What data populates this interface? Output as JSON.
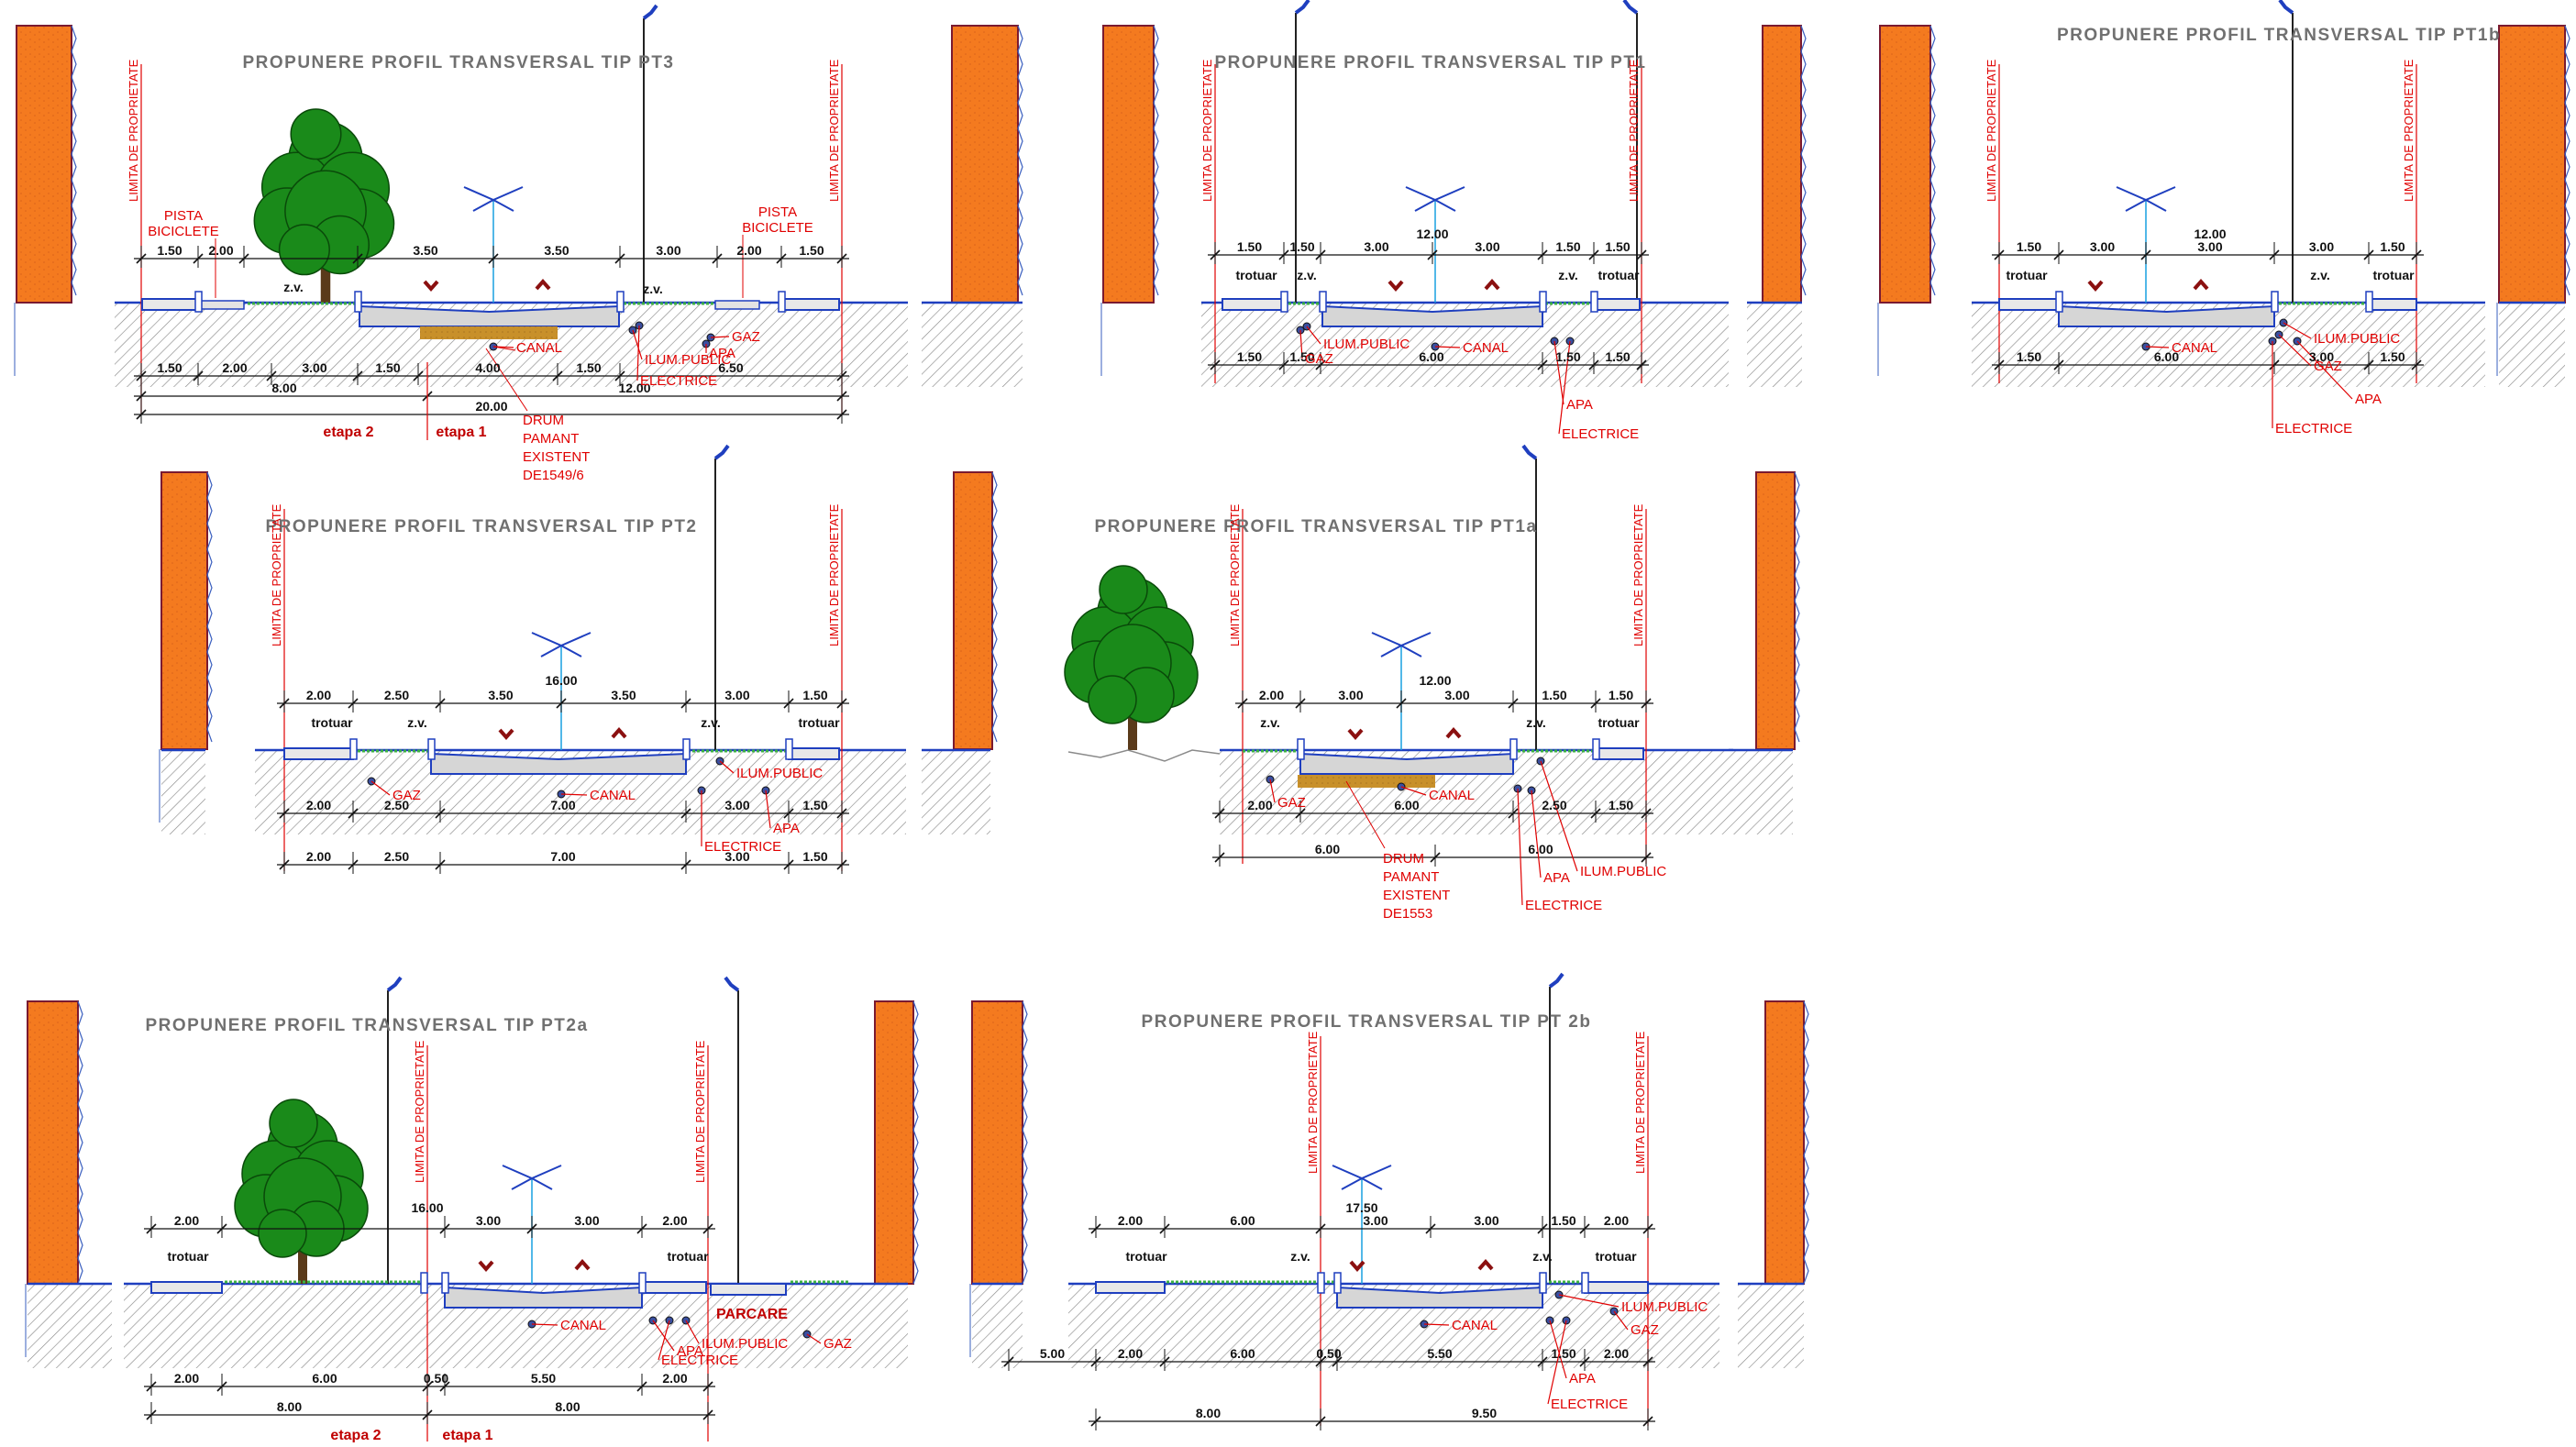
{
  "labels": {
    "property_limit": "LIMITA DE PROPRIETATE",
    "sidewalk": "trotuar",
    "green": "z.v.",
    "bike": "PISTA BICICLETE",
    "canal": "CANAL",
    "gaz": "GAZ",
    "apa": "APA",
    "electrice": "ELECTRICE",
    "ilum": "ILUM.PUBLIC",
    "parcare": "PARCARE",
    "stage2": "etapa 2",
    "stage1": "etapa 1"
  },
  "colors": {
    "building": "#f47a1f",
    "tree": "#1a8a1a",
    "utility_red": "#e00000",
    "earth_road": "#c8902a",
    "road_blue": "#1f3fbf"
  },
  "profiles": [
    {
      "id": "pt3",
      "title": "PROPUNERE PROFIL TRANSVERSAL TIP PT3",
      "top_dims": [
        "1.50",
        "2.00",
        "3.50",
        "3.50",
        "3.00",
        "2.00",
        "1.50"
      ],
      "bottom_dims": [
        "1.50",
        "2.00",
        "3.00",
        "1.50",
        "4.00",
        "1.50",
        "6.50"
      ],
      "sub_totals": [
        "8.00",
        "12.00"
      ],
      "total": "20.00",
      "existing_road": [
        "DRUM",
        "PAMANT",
        "EXISTENT",
        "DE1549/6"
      ]
    },
    {
      "id": "pt1",
      "title": "PROPUNERE PROFIL TRANSVERSAL TIP PT1",
      "total": "12.00",
      "top_dims": [
        "1.50",
        "1.50",
        "3.00",
        "3.00",
        "1.50",
        "1.50"
      ],
      "bottom_dims": [
        "1.50",
        "1.50",
        "6.00",
        "1.50",
        "1.50"
      ]
    },
    {
      "id": "pt1b",
      "title": "PROPUNERE PROFIL TRANSVERSAL TIP PT1b",
      "total": "12.00",
      "top_dims": [
        "1.50",
        "3.00",
        "3.00",
        "3.00",
        "1.50"
      ],
      "bottom_dims": [
        "1.50",
        "6.00",
        "3.00",
        "1.50"
      ]
    },
    {
      "id": "pt2",
      "title": "PROPUNERE PROFIL TRANSVERSAL TIP PT2",
      "total": "16.00",
      "top_dims": [
        "2.00",
        "2.50",
        "3.50",
        "3.50",
        "3.00",
        "1.50"
      ],
      "bottom_dims": [
        "2.00",
        "2.50",
        "7.00",
        "3.00",
        "1.50"
      ],
      "extra_dims": [
        "2.00",
        "2.50",
        "7.00",
        "3.00",
        "1.50"
      ]
    },
    {
      "id": "pt1a",
      "title": "PROPUNERE PROFIL TRANSVERSAL TIP PT1a",
      "total": "12.00",
      "top_dims": [
        "2.00",
        "3.00",
        "3.00",
        "1.50",
        "1.50"
      ],
      "bottom_dims": [
        "2.00",
        "6.00",
        "2.50",
        "1.50"
      ],
      "extra_dims": [
        "6.00",
        "6.00"
      ],
      "existing_road": [
        "DRUM",
        "PAMANT",
        "EXISTENT",
        "DE1553"
      ]
    },
    {
      "id": "pt2a",
      "title": "PROPUNERE PROFIL TRANSVERSAL TIP PT2a",
      "total": "16.00",
      "top_dims": [
        "2.00",
        "3.00",
        "3.00",
        "2.00"
      ],
      "bottom_dims": [
        "2.00",
        "6.00",
        "0.50",
        "5.50",
        "2.00"
      ],
      "sub_totals": [
        "8.00",
        "8.00"
      ]
    },
    {
      "id": "pt2b",
      "title": "PROPUNERE PROFIL TRANSVERSAL TIP PT 2b",
      "total": "17.50",
      "top_dims": [
        "2.00",
        "6.00",
        "3.00",
        "3.00",
        "1.50",
        "2.00"
      ],
      "bottom_dims": [
        "5.00",
        "2.00",
        "6.00",
        "0.50",
        "5.50",
        "1.50",
        "2.00"
      ],
      "sub_totals": [
        "8.00",
        "9.50"
      ]
    }
  ]
}
